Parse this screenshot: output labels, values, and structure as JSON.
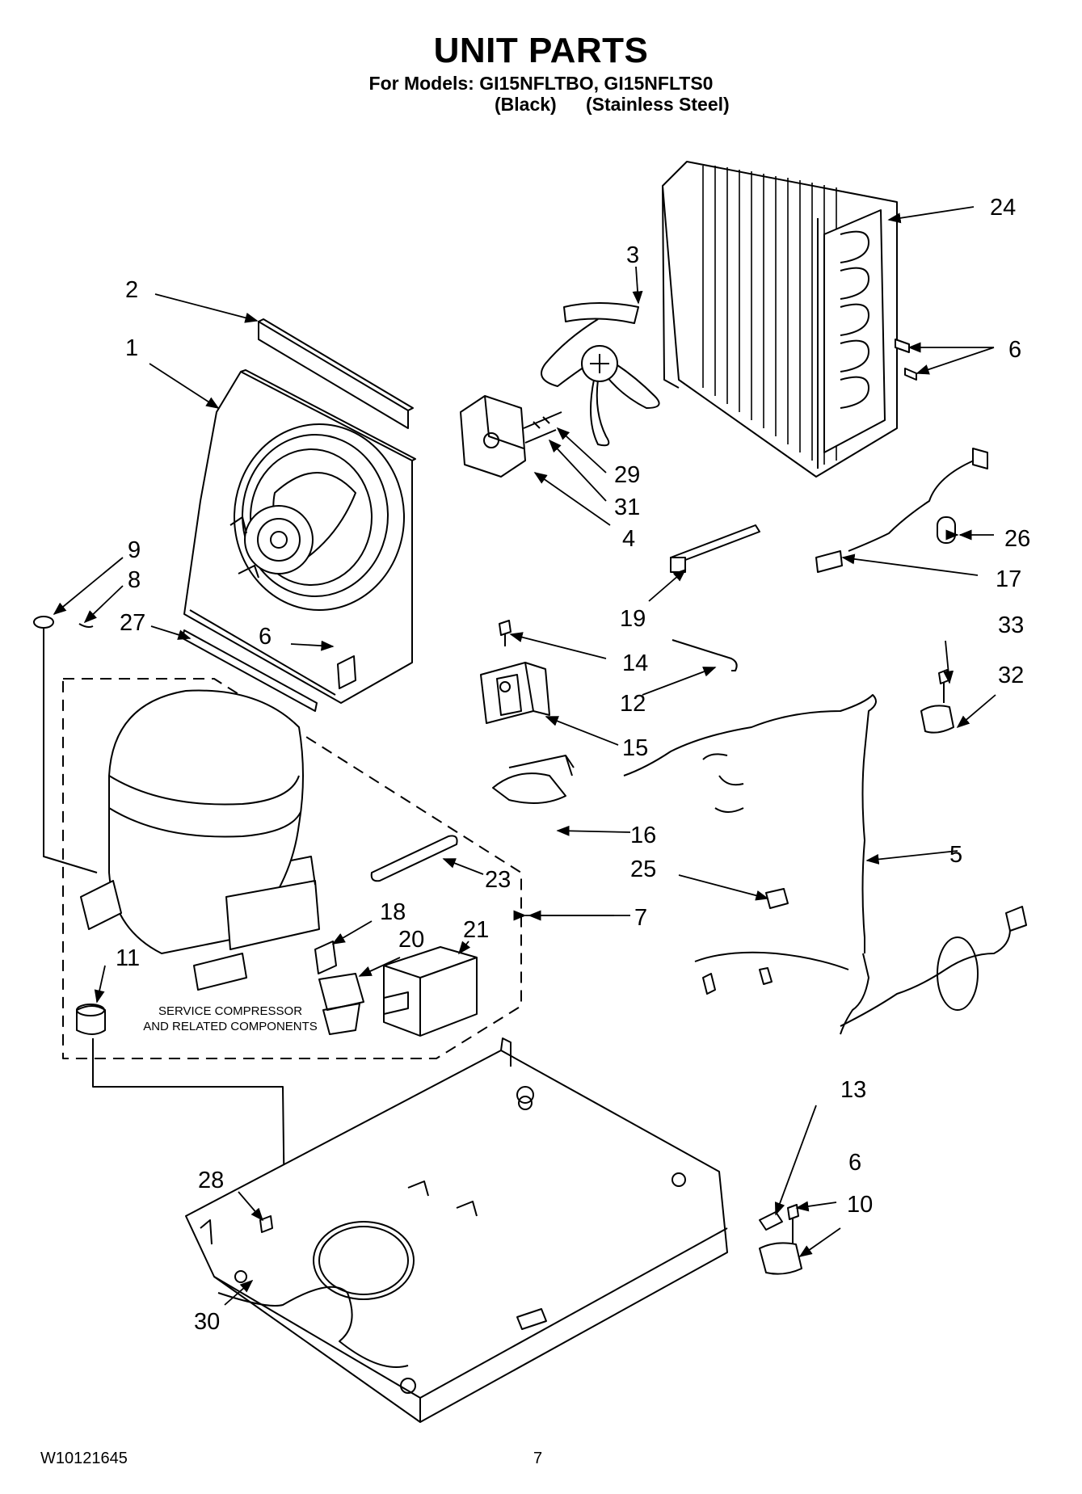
{
  "header": {
    "title": "UNIT PARTS",
    "models_line": "For Models: GI15NFLTBO, GI15NFLTS0",
    "variant_black": "(Black)",
    "variant_stainless": "(Stainless Steel)"
  },
  "service_note": {
    "line1": "SERVICE COMPRESSOR",
    "line2": "AND RELATED COMPONENTS"
  },
  "callouts": {
    "c1": "1",
    "c2": "2",
    "c3": "3",
    "c4": "4",
    "c5": "5",
    "c6a": "6",
    "c6b": "6",
    "c6c": "6",
    "c7": "7",
    "c8": "8",
    "c9": "9",
    "c10": "10",
    "c11": "11",
    "c12": "12",
    "c13": "13",
    "c14": "14",
    "c15": "15",
    "c16": "16",
    "c17": "17",
    "c18": "18",
    "c19": "19",
    "c20": "20",
    "c21": "21",
    "c23": "23",
    "c24": "24",
    "c25": "25",
    "c26": "26",
    "c27": "27",
    "c28": "28",
    "c29": "29",
    "c30": "30",
    "c31": "31",
    "c32": "32",
    "c33": "33"
  },
  "footer": {
    "doc_code": "W10121645",
    "page_number": "7"
  }
}
